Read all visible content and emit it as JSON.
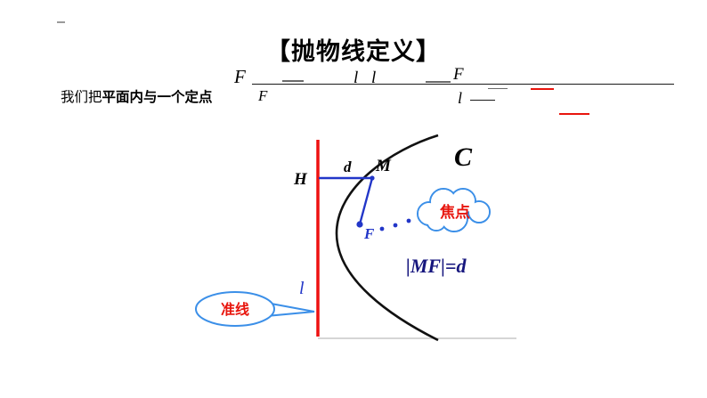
{
  "slide": {
    "title": "【抛物线定义】",
    "intro": {
      "prefix": "我们把",
      "emphasis": "平面内与一个定点"
    },
    "fragments": {
      "f_top": "F",
      "l_pair": "l l",
      "f_right": "F",
      "f_mid": "F",
      "l_mid": "l"
    }
  },
  "diagram": {
    "point_labels": {
      "h": "H",
      "d": "d",
      "m": "M",
      "c": "C",
      "f": "F",
      "l": "l"
    },
    "callouts": {
      "focus": "焦点",
      "directrix": "准线"
    },
    "equation": "|MF|=d",
    "colors": {
      "directrix_red": "#ee1111",
      "curve_black": "#111111",
      "segment_blue": "#2236c8",
      "callout_blue": "#3b8fe8",
      "text_red": "#e8150d",
      "equation_navy": "#16167e"
    }
  }
}
